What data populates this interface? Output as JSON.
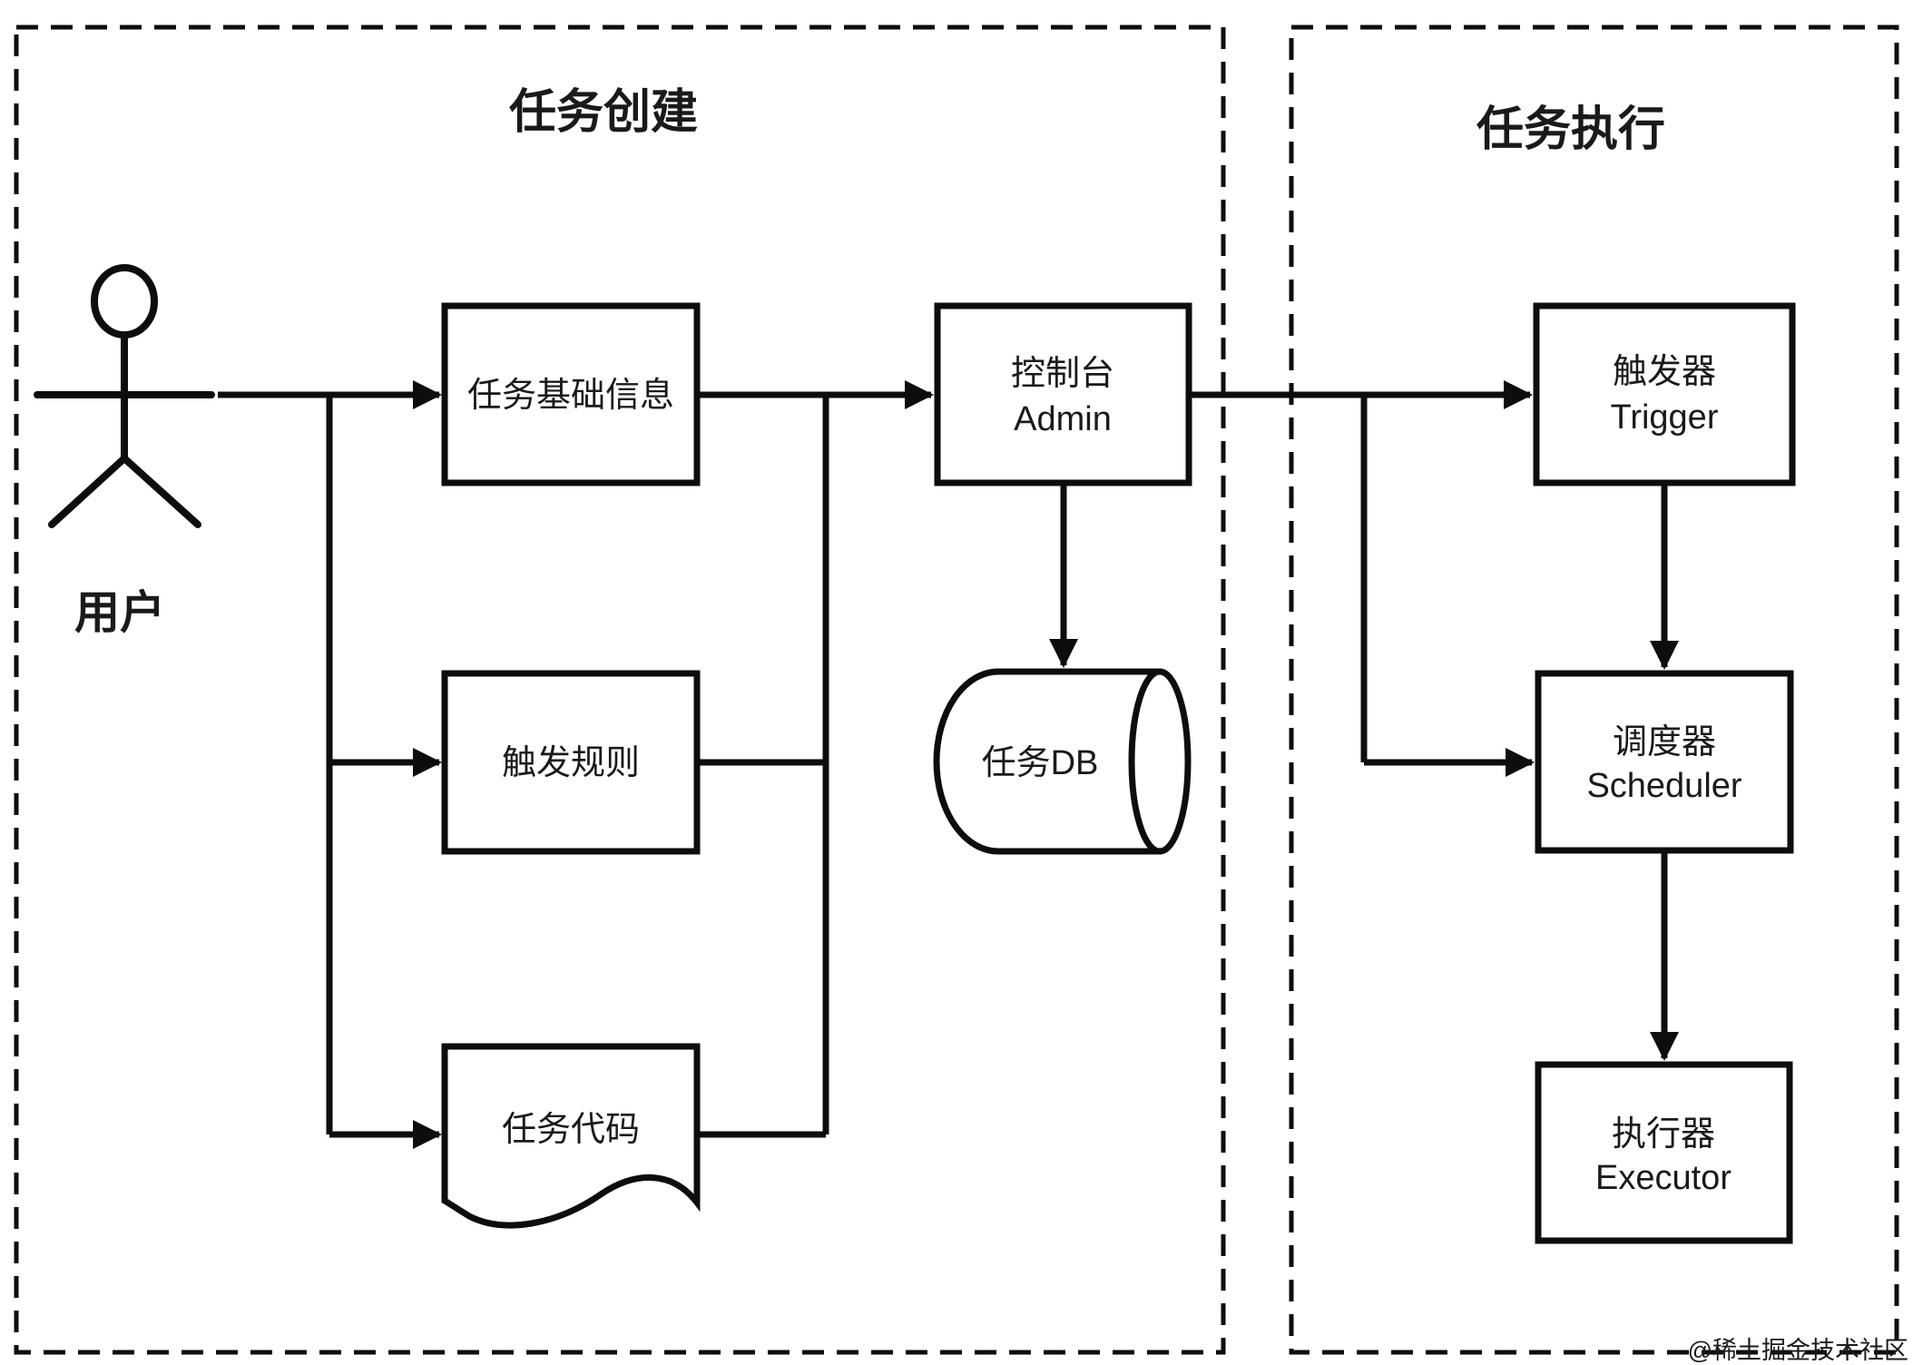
{
  "titles": {
    "left_zone": "任务创建",
    "right_zone": "任务执行"
  },
  "actor": {
    "label": "用户"
  },
  "nodes": {
    "basic_info": {
      "label": "任务基础信息"
    },
    "trigger_rule": {
      "label": "触发规则"
    },
    "task_code": {
      "label": "任务代码"
    },
    "admin": {
      "zh": "控制台",
      "en": "Admin"
    },
    "task_db": {
      "label": "任务DB"
    },
    "trigger": {
      "zh": "触发器",
      "en": "Trigger"
    },
    "scheduler": {
      "zh": "调度器",
      "en": "Scheduler"
    },
    "executor": {
      "zh": "执行器",
      "en": "Executor"
    }
  },
  "watermark": "@稀土掘金技术社区",
  "colors": {
    "line": "#0d0d0d",
    "doc_fill": "#c9c9c9",
    "watermark": "#9b9b9b",
    "background": "#ffffff"
  }
}
